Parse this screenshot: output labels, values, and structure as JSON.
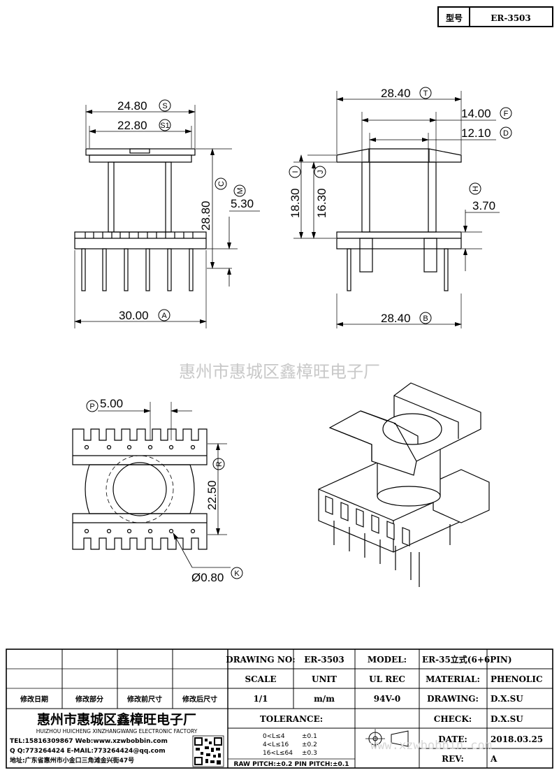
{
  "header": {
    "type_label": "型号",
    "model_code": "ER-3503"
  },
  "dimensions": {
    "top_width": "24.80",
    "top_width_tag": "S",
    "flange_width": "22.80",
    "flange_width_tag": "S1",
    "height": "28.80",
    "height_tag": "C",
    "pin_length": "5.30",
    "pin_length_tag": "M",
    "base_width_front": "30.00",
    "base_width_front_tag": "A",
    "side_top_width": "28.40",
    "side_top_width_tag": "T",
    "side_inner_width": "14.00",
    "side_inner_width_tag": "F",
    "side_core_width": "12.10",
    "side_core_width_tag": "D",
    "side_height": "18.30",
    "side_height_tag": "I",
    "side_inner_height": "16.30",
    "side_inner_height_tag": "J",
    "base_thickness": "3.70",
    "base_thickness_tag": "H",
    "side_base_width": "28.40",
    "side_base_width_tag": "B",
    "pin_pitch": "5.00",
    "pin_pitch_tag": "P",
    "row_spacing": "22.50",
    "row_spacing_tag": "R",
    "pin_diameter": "Ø0.80",
    "pin_diameter_tag": "K"
  },
  "watermark": "惠州市惠城区鑫樟旺电子厂",
  "watermark_url": "www.xzwbobbin.com",
  "title_block": {
    "drawing_no_label": "DRAWING NO:",
    "drawing_no": "ER-3503",
    "model_label": "MODEL:",
    "model": "ER-35立式(6+6PIN)",
    "scale_label": "SCALE",
    "unit_label": "UNIT",
    "ul_rec_label": "UL REC",
    "material_label": "MATERIAL:",
    "material": "PHENOLIC",
    "scale": "1/1",
    "unit": "m/m",
    "ul_rec": "94V-0",
    "drawing_label": "DRAWING:",
    "drawing": "D.X.SU",
    "check_label": "CHECK:",
    "check": "D.X.SU",
    "date_label": "DATE:",
    "date": "2018.03.25",
    "rev_label": "REV:",
    "rev": "A",
    "revision_headers": [
      "修改日期",
      "修改部分",
      "修改前尺寸",
      "修改后尺寸"
    ],
    "tolerance_label": "TOLERANCE:",
    "tolerance_rows": [
      {
        "range": "0<L≤4",
        "value": "±0.1"
      },
      {
        "range": "4<L≤16",
        "value": "±0.2"
      },
      {
        "range": "16<L≤64",
        "value": "±0.3"
      }
    ],
    "pitch_note": "RAW PITCH:±0.2 PIN PITCH:±0.1",
    "company_cn": "惠州市惠城区鑫樟旺电子厂",
    "company_en": "HUIZHOU HUICHENG XINZHANGWANG ELECTRONIC FACTORY",
    "tel": "TEL:15816309867 Web:www.xzwbobbin.com",
    "qq": "Q Q:773264424 E-MAIL:773264424@qq.com",
    "address": "地址:广东省惠州市小金口三角滩金兴街47号"
  }
}
